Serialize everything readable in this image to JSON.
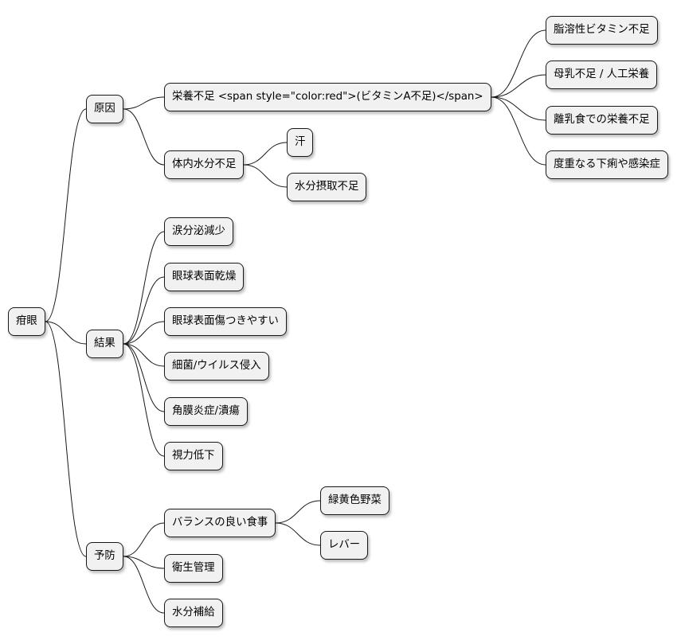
{
  "mindmap": {
    "root": "疳眼",
    "branches": {
      "cause": {
        "label": "原因",
        "nutrition": {
          "label": "栄養不足 <span style=\"color:red\">(ビタミンA不足)</span>",
          "items": [
            "脂溶性ビタミン不足",
            "母乳不足 / 人工栄養",
            "離乳食での栄養不足",
            "度重なる下痢や感染症"
          ]
        },
        "dehydration": {
          "label": "体内水分不足",
          "items": [
            "汗",
            "水分摂取不足"
          ]
        }
      },
      "result": {
        "label": "結果",
        "items": [
          "涙分泌減少",
          "眼球表面乾燥",
          "眼球表面傷つきやすい",
          "細菌/ウイルス侵入",
          "角膜炎症/潰瘍",
          "視力低下"
        ]
      },
      "prevention": {
        "label": "予防",
        "diet": {
          "label": "バランスの良い食事",
          "items": [
            "緑黄色野菜",
            "レバー"
          ]
        },
        "items": [
          "衛生管理",
          "水分補給"
        ]
      }
    }
  }
}
